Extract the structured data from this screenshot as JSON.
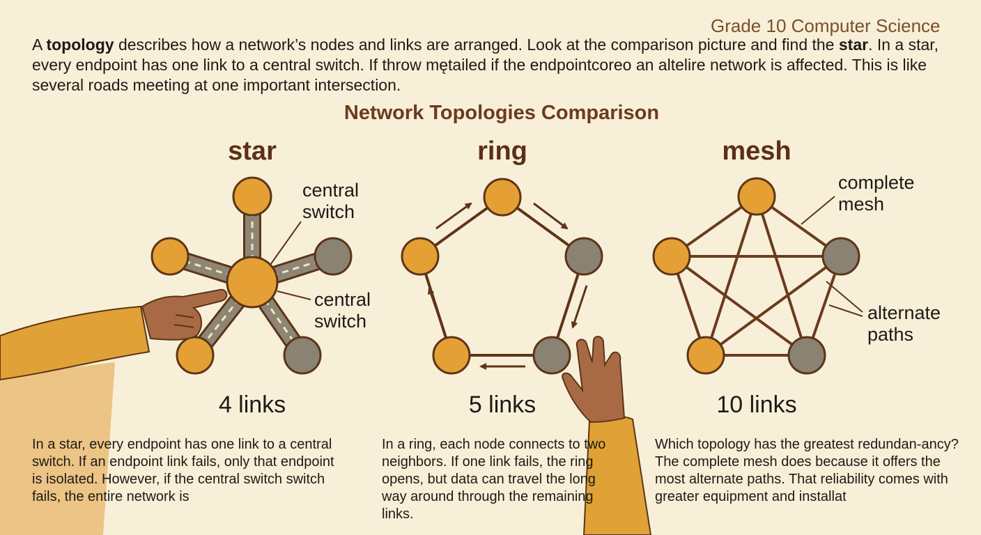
{
  "header": {
    "grade": "Grade 10 Computer Science",
    "intro": {
      "p1": "A ",
      "b1": "topology",
      "p2": " describes how a network’s nodes and links are arranged. Look at the comparison picture and find the ",
      "b2": "star",
      "p3": ". In a star, every endpoint has one link to a central switch. If throw mętailed if the endpointcoreo an altelire network is affected. This is like several roads meeting at one important intersection."
    }
  },
  "diagram": {
    "title": "Network Topologies Comparison",
    "star": {
      "name": "star",
      "label_top": "central switch",
      "label_bottom": "central switch",
      "links": "4 links",
      "description": "In a star, every endpoint has one link to a central switch. If an endpoint link fails, only that endpoint is isolated. However, if the central switch switch fails, the entire network is"
    },
    "ring": {
      "name": "ring",
      "links": "5 links",
      "description": "In a ring, each node connects to two neighbors. If one link fails, the ring opens, but data can travel the long way around through the remaining links."
    },
    "mesh": {
      "name": "mesh",
      "label_top": "complete mesh",
      "label_side": "alternate paths",
      "links": "10 links",
      "description": "Which topology has the greatest redundan-ancy? The complete mesh does because it offers the most alternate paths. That reliability comes with greater equipment and installat"
    }
  },
  "colors": {
    "background": "#f8efd8",
    "node_orange": "#e4a035",
    "node_gray": "#8a8272",
    "outline": "#5c3417",
    "title": "#6b3b1f",
    "sleeve": "#e0a236",
    "skin": "#a86a45"
  }
}
